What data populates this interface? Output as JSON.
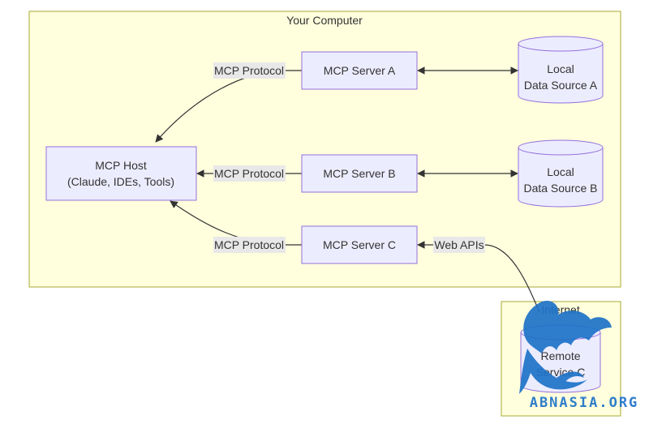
{
  "groups": {
    "computer": {
      "label": "Your Computer"
    },
    "internet": {
      "label": "Internet"
    }
  },
  "nodes": {
    "host": {
      "line1": "MCP Host",
      "line2": "(Claude, IDEs, Tools)"
    },
    "serverA": {
      "label": "MCP Server A"
    },
    "serverB": {
      "label": "MCP Server B"
    },
    "serverC": {
      "label": "MCP Server C"
    },
    "dataA": {
      "line1": "Local",
      "line2": "Data Source A"
    },
    "dataB": {
      "line1": "Local",
      "line2": "Data Source B"
    },
    "remoteC": {
      "line1": "Remote",
      "line2": "Service C"
    }
  },
  "edges": {
    "hostA": "MCP Protocol",
    "hostB": "MCP Protocol",
    "hostC": "MCP Protocol",
    "webC": "Web APIs"
  },
  "watermark": {
    "text": "ABNASIA.ORG"
  },
  "colors": {
    "group_fill": "#ffffde",
    "group_stroke": "#aaaa33",
    "node_fill": "#ececff",
    "node_stroke": "#9370db",
    "edge": "#333333",
    "label_bg": "#e8e8e8",
    "watermark": "#1e73c8"
  }
}
